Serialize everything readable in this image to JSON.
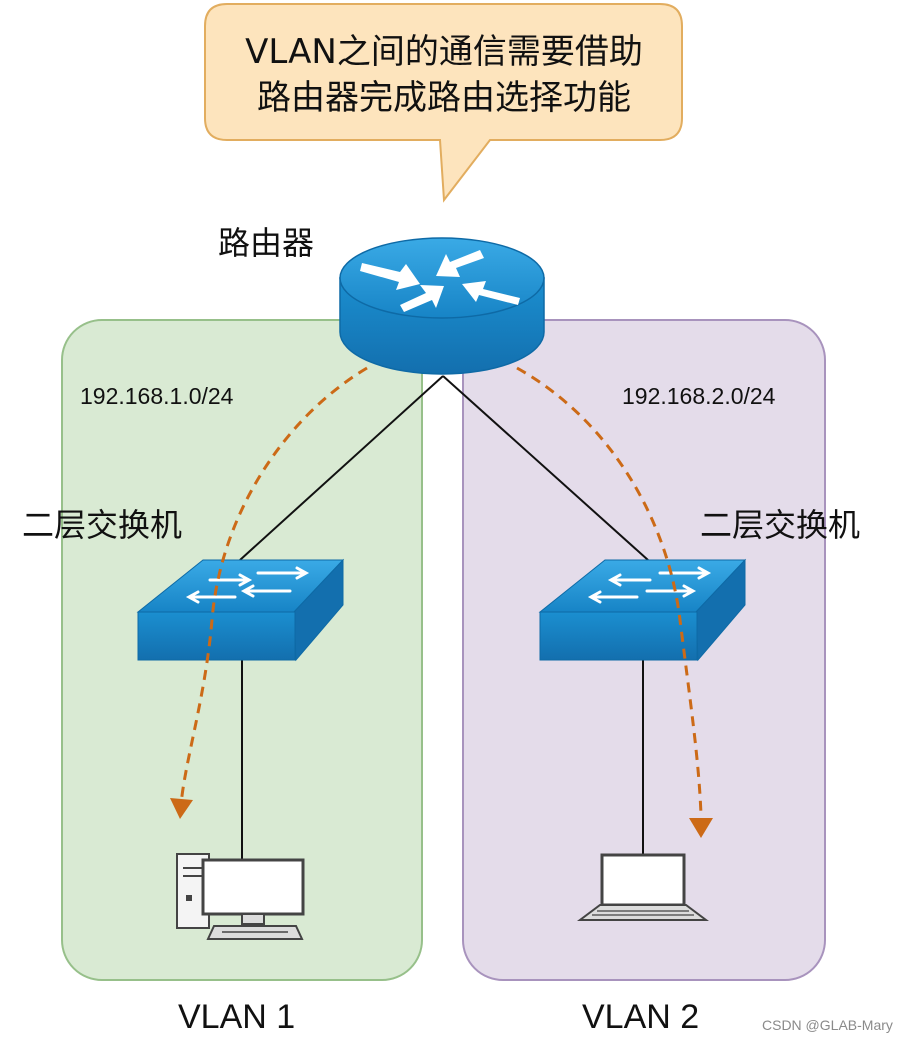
{
  "callout": {
    "line1": "VLAN之间的通信需要借助",
    "line2": "路由器完成路由选择功能"
  },
  "router": {
    "label": "路由器"
  },
  "vlans": [
    {
      "name": "VLAN 1",
      "subnet": "192.168.1.0/24",
      "switch_label": "二层交换机",
      "device": "desktop-computer"
    },
    {
      "name": "VLAN 2",
      "subnet": "192.168.2.0/24",
      "switch_label": "二层交换机",
      "device": "laptop"
    }
  ],
  "watermark": "CSDN @GLAB-Mary",
  "colors": {
    "vlan1_fill": "#d9ead3",
    "vlan1_stroke": "#97c08a",
    "vlan2_fill": "#e4dcea",
    "vlan2_stroke": "#a893bd",
    "callout_fill": "#fde4bd",
    "callout_stroke": "#e2ad5f",
    "device_blue": "#1b8fd0",
    "device_dark": "#106aa3",
    "path_orange": "#cc6a17"
  }
}
